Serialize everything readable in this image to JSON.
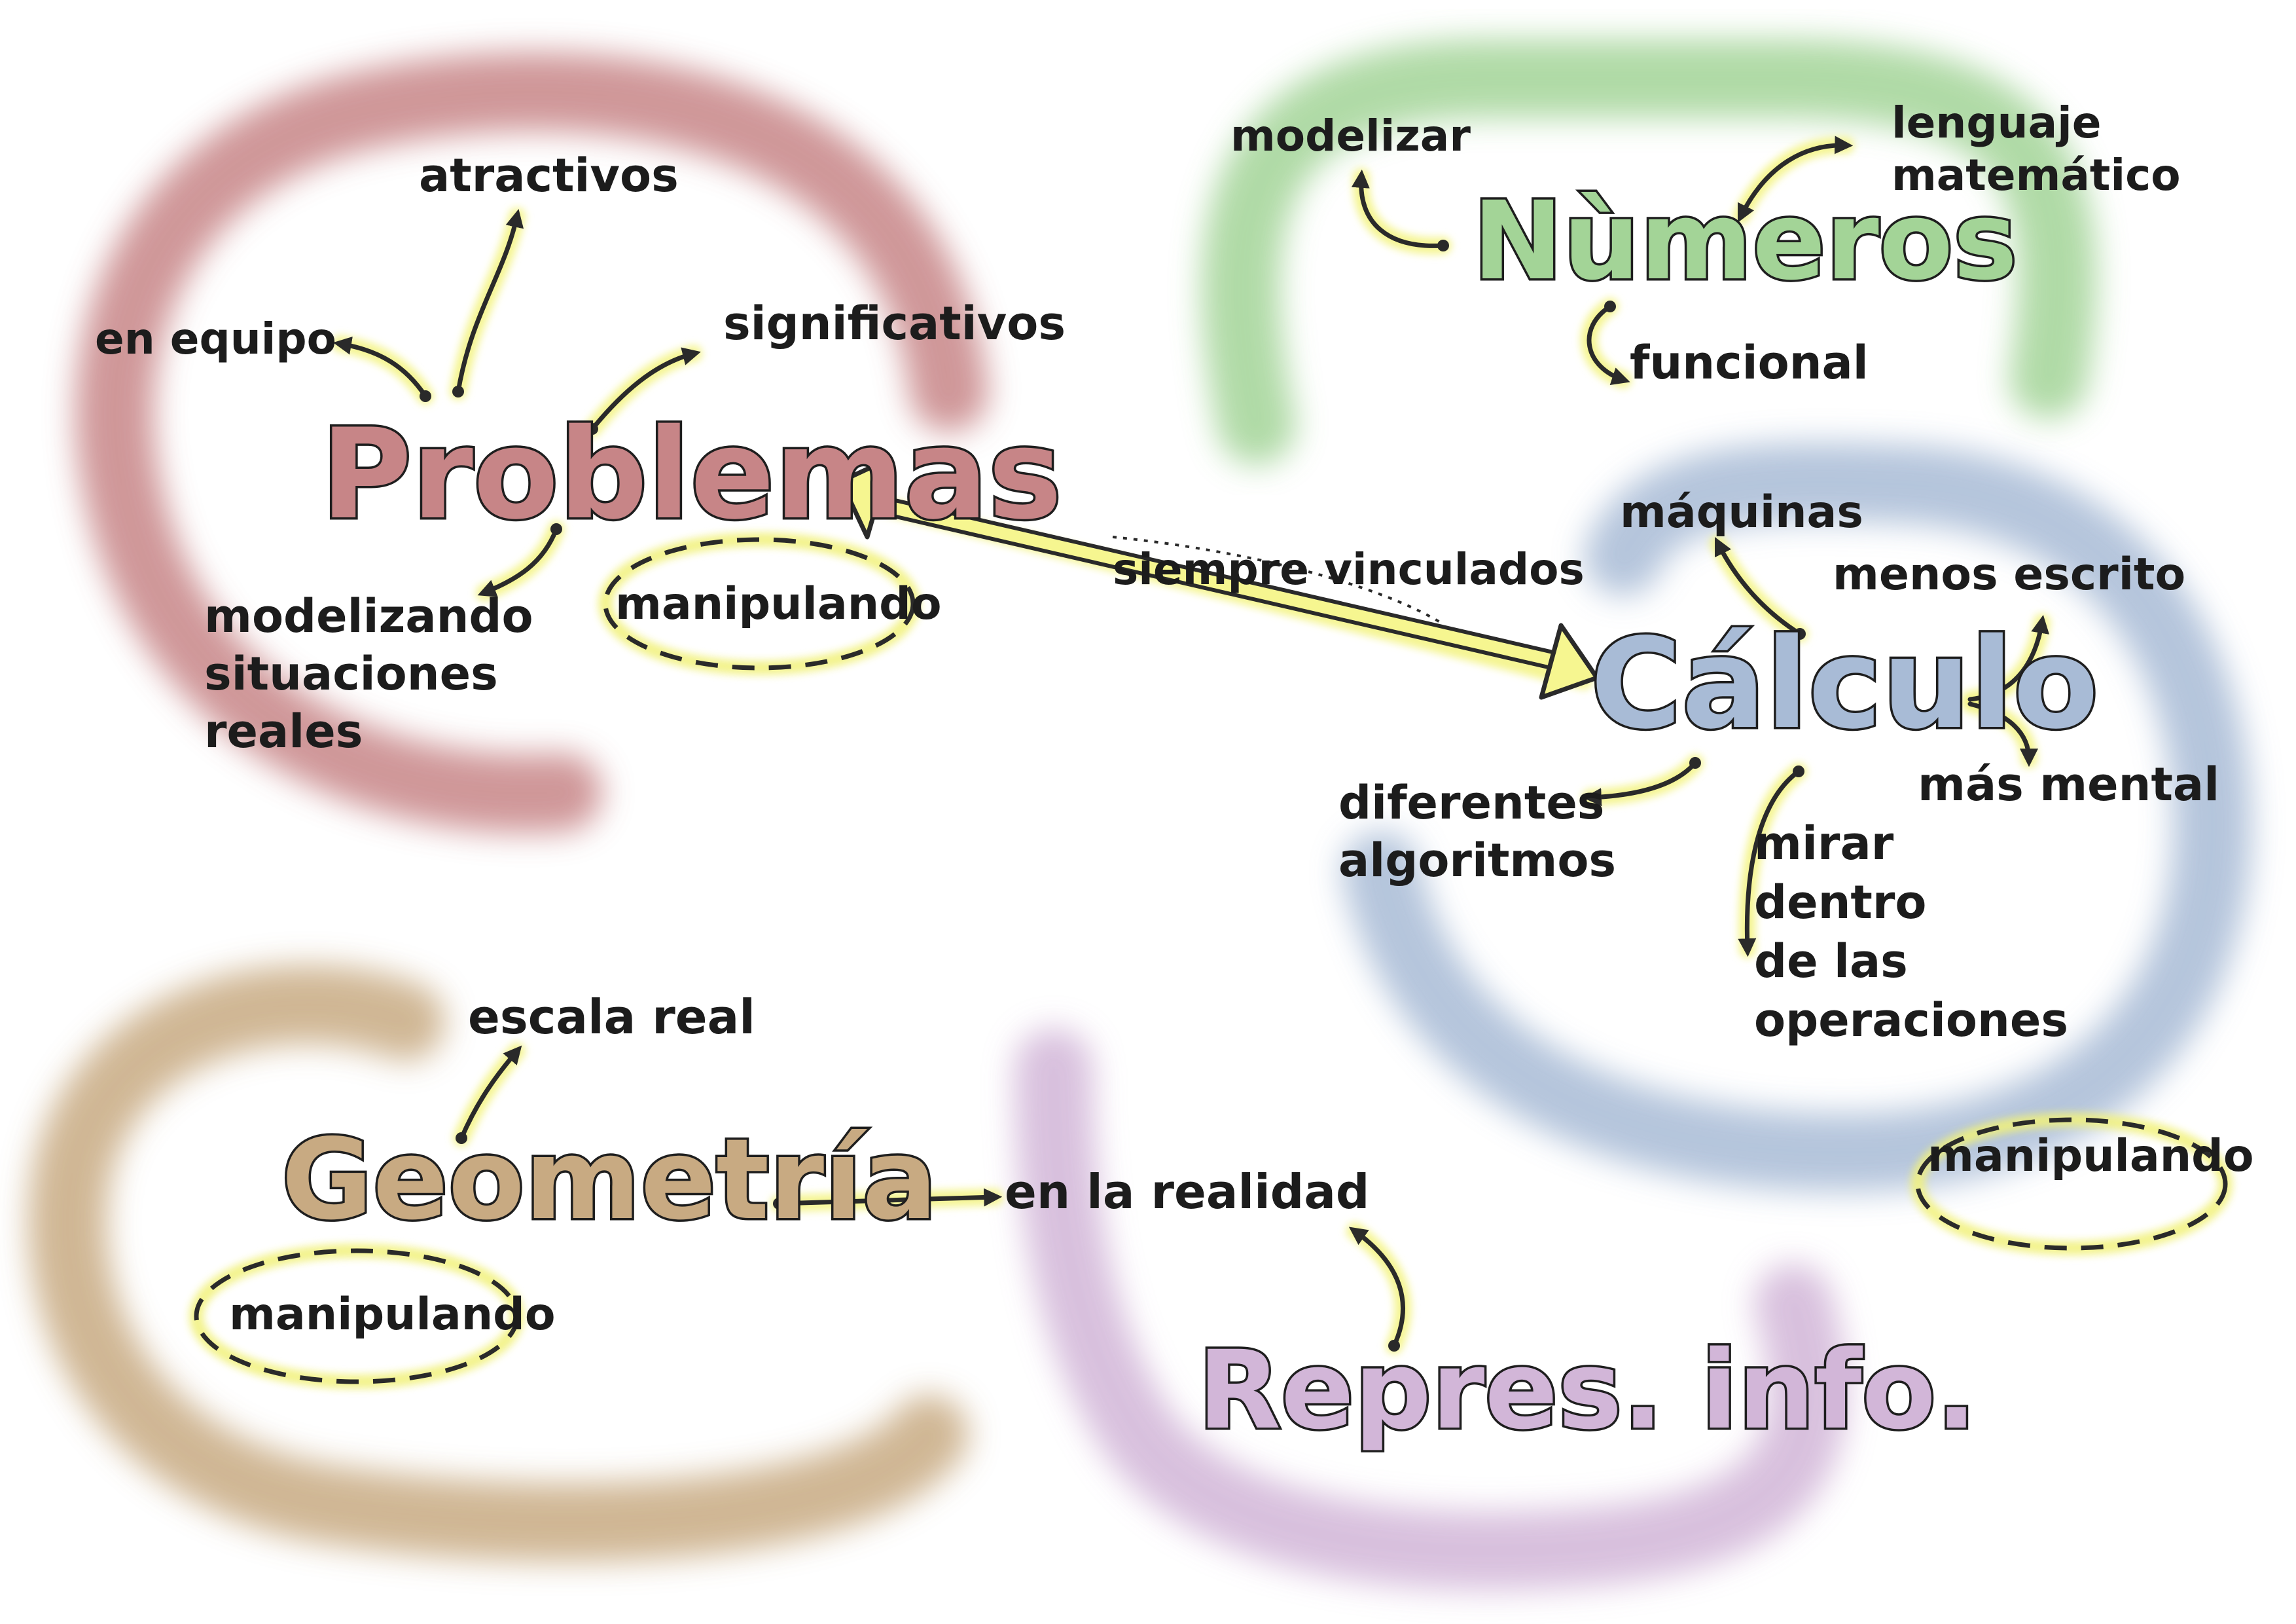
{
  "palette": {
    "problemas": "#c78587",
    "numeros": "#a3d497",
    "calculo": "#a8bbd6",
    "geometria": "#c8aa82",
    "repres": "#d2b6d8",
    "highlight": "#f3f380",
    "ink": "#1c1c1c"
  },
  "topics": {
    "problemas": "Problemas",
    "numeros": "Nùmeros",
    "calculo": "Cálculo",
    "geometria": "Geometría",
    "repres": "Repres. info."
  },
  "problemas_notes": {
    "atractivos": "atractivos",
    "en_equipo": "en equipo",
    "significativos": "significativos",
    "modelizando": [
      "modelizando",
      "situaciones",
      "reales"
    ],
    "manipulando": "manipulando"
  },
  "numeros_notes": {
    "modelizar": "modelizar",
    "lenguaje": [
      "lenguaje",
      "matemático"
    ],
    "funcional": "funcional"
  },
  "link": {
    "label": "siempre vinculados"
  },
  "calculo_notes": {
    "maquinas": "máquinas",
    "menos_escrito": "menos escrito",
    "mas_mental": "más mental",
    "diferentes": [
      "diferentes",
      "algoritmos"
    ],
    "mirar": [
      "mirar",
      "dentro",
      "de las",
      "operaciones"
    ],
    "manipulando": "manipulando"
  },
  "geometria_notes": {
    "escala_real": "escala real",
    "en_la_realidad": "en la realidad",
    "manipulando": "manipulando"
  }
}
